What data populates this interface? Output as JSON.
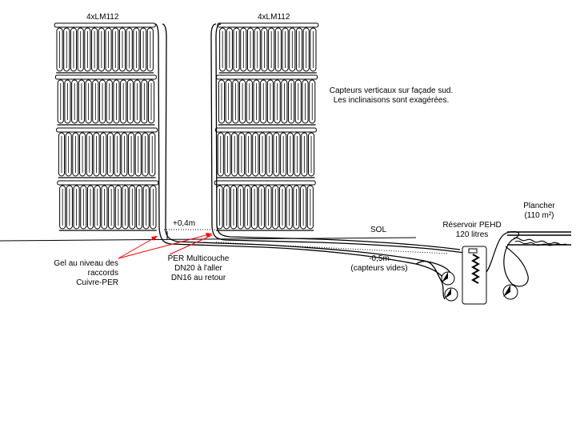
{
  "labels": {
    "array_left": "4xLM112",
    "array_right": "4xLM112",
    "note": {
      "line1": "Capteurs verticaux sur façade sud.",
      "line2": "Les inclinaisons sont exagérées."
    },
    "height_offset": "+0,4m",
    "ground": "SOL",
    "depth": {
      "line1": "-0,5m",
      "line2": "(capteurs vides)"
    },
    "gel": {
      "line1": "Gel au niveau des",
      "line2": "raccords",
      "line3": "Cuivre-PER"
    },
    "pipe": {
      "line1": "PER Multicouche",
      "line2": "DN20 à l'aller",
      "line3": "DN16 au retour"
    },
    "reservoir": {
      "line1": "Réservoir PEHD",
      "line2": "120 litres"
    },
    "floor": {
      "line1": "Plancher",
      "line2": "(110 m²)"
    }
  },
  "colors": {
    "line": "#000000",
    "pointer": "#ff0000",
    "background": "#ffffff"
  }
}
